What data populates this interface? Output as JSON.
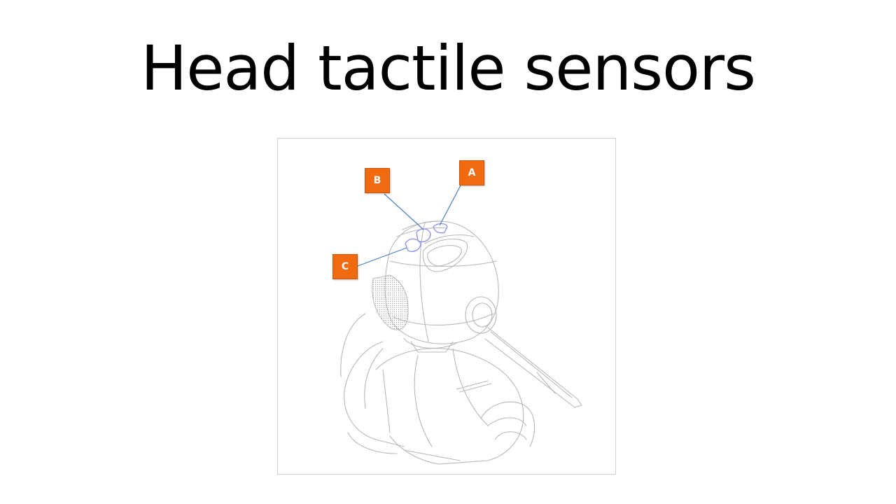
{
  "slide": {
    "title": "Head tactile sensors"
  },
  "figure": {
    "callouts": [
      {
        "label": "A"
      },
      {
        "label": "B"
      },
      {
        "label": "C"
      }
    ],
    "colors": {
      "callout_fill": "#f26a10",
      "leader_line": "#4a7fbf",
      "sensor_highlight": "#8f8ff0",
      "sketch_line": "#b8b8b8"
    }
  }
}
